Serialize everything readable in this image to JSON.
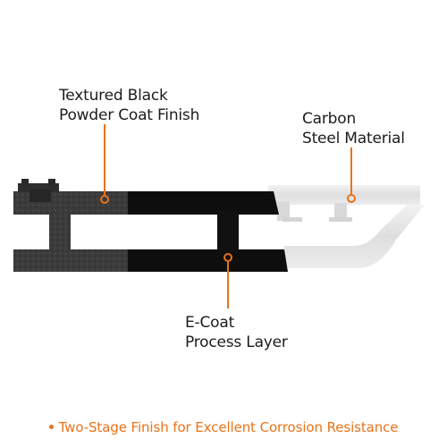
{
  "labels": {
    "powder_coat": [
      "Textured Black",
      "Powder Coat Finish"
    ],
    "carbon_steel": [
      "Carbon",
      "Steel Material"
    ],
    "ecoat": [
      "E-Coat",
      "Process Layer"
    ]
  },
  "caption": {
    "bullet": "•",
    "text": "Two-Stage Finish for Excellent Corrosion Resistance"
  },
  "colors": {
    "accent": "#e8731a",
    "powder_coat": "#3a3a3a",
    "ecoat": "#0d0d0d",
    "carbon_steel": "#e6e6e6"
  }
}
